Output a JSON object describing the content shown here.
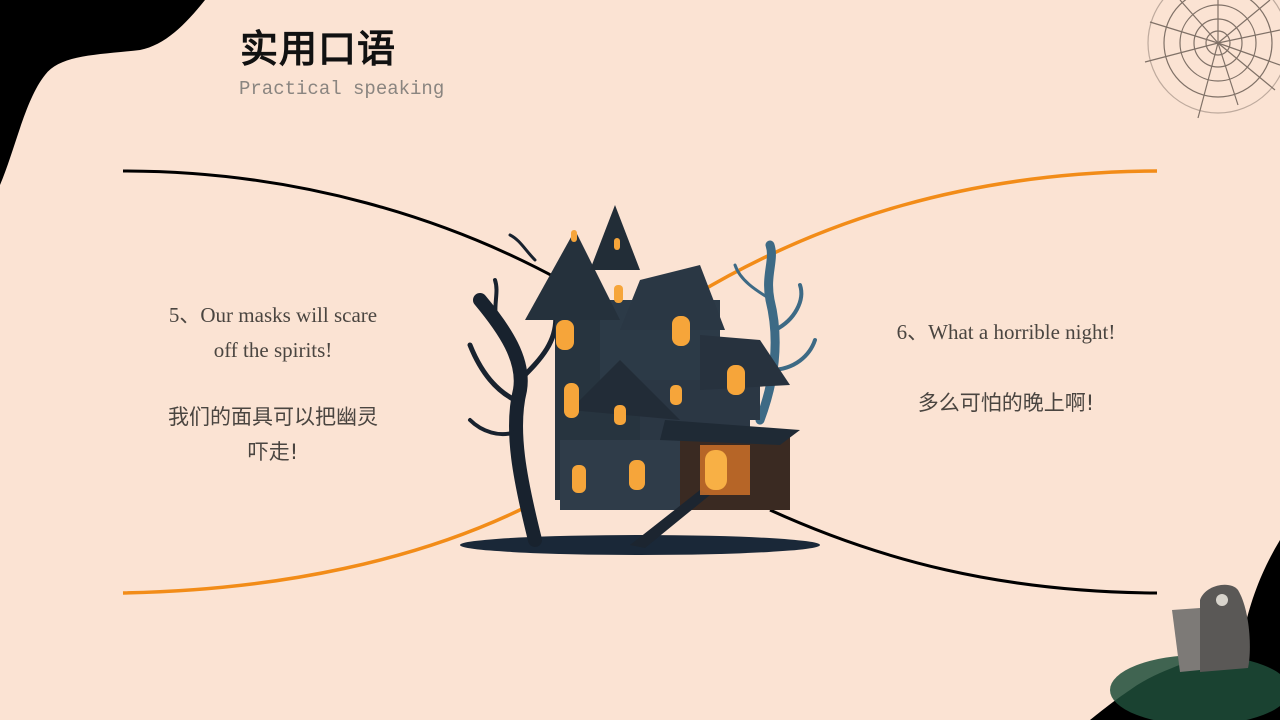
{
  "slide": {
    "title": "实用口语",
    "subtitle": "Practical speaking",
    "background_color": "#fbe3d3",
    "accent_color": "#f28c18",
    "line_color": "#000000"
  },
  "phrases": [
    {
      "number": "5",
      "english_line1": "5、Our masks will scare",
      "english_line2": "off the spirits!",
      "chinese_line1": "我们的面具可以把幽灵",
      "chinese_line2": "吓走!"
    },
    {
      "number": "6",
      "english_line1": "6、What a horrible night!",
      "chinese_line1": "多么可怕的晚上啊!"
    }
  ],
  "decorations": {
    "top_right": "spider-web",
    "center": "haunted-house-illustration",
    "bottom_right": "grim-reaper-tombstone",
    "top_left": "black-corner-blob"
  }
}
